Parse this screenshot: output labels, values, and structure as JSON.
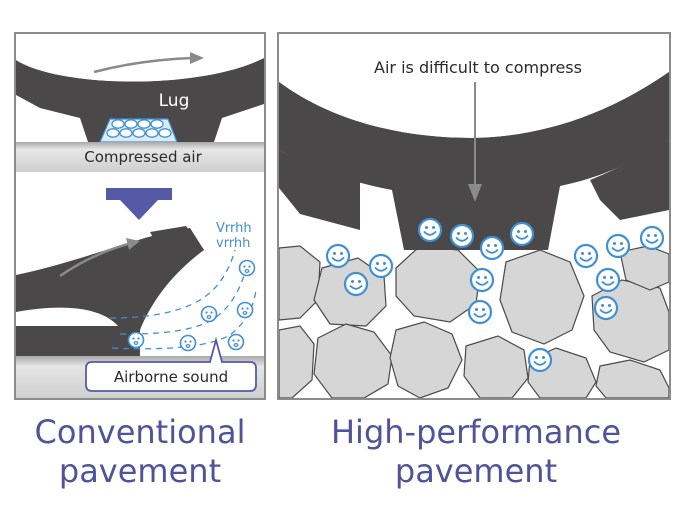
{
  "left_panel": {
    "lug_label": "Lug",
    "compressed_air_label": "Compressed air",
    "sound_line1": "Vrrhh",
    "sound_line2": "vrrhh",
    "airborne_sound_label": "Airborne sound",
    "caption_line1": "Conventional",
    "caption_line2": "pavement"
  },
  "right_panel": {
    "air_label": "Air is difficult to compress",
    "caption_line1": "High-performance",
    "caption_line2": "pavement"
  },
  "colors": {
    "tire": "#4a4848",
    "road_gray": "#d6d6d6",
    "air_blue": "#3f8fd6",
    "arrow_purple": "#565aa6",
    "caption_purple": "#4f5499",
    "panel_border": "#8c8c8c"
  }
}
